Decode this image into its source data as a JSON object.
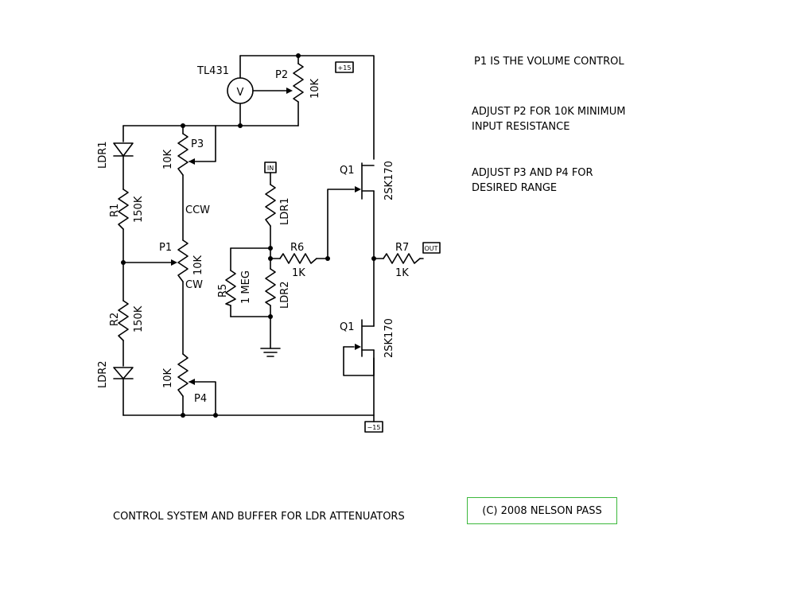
{
  "notes": {
    "volume": "P1 IS THE VOLUME CONTROL",
    "p2_line1": "ADJUST P2 FOR 10K MINIMUM",
    "p2_line2": "INPUT RESISTANCE",
    "p3p4_line1": "ADJUST P3 AND P4 FOR",
    "p3p4_line2": "DESIRED RANGE"
  },
  "caption": "CONTROL SYSTEM AND BUFFER FOR LDR ATTENUATORS",
  "copyright": "(C) 2008 NELSON PASS",
  "labels": {
    "tl431": "TL431",
    "v": "V",
    "p2": "P2",
    "p2_value": "10K",
    "plus15": "+15",
    "minus15": "−15",
    "ldr1_left": "LDR1",
    "p3": "P3",
    "p3_value": "10K",
    "r1": "R1",
    "r1_value": "150K",
    "ccw": "CCW",
    "p1": "P1",
    "p1_value": "10K",
    "cw": "CW",
    "r2": "R2",
    "r2_value": "150K",
    "ldr2_left": "LDR2",
    "p4": "P4",
    "p4_value": "10K",
    "in": "IN",
    "ldr1_series": "LDR1",
    "r6": "R6",
    "r6_value": "1K",
    "r5": "R5",
    "r5_value": "1 MEG",
    "ldr2_shunt": "LDR2",
    "q1_top": "Q1",
    "q1_top_part": "2SK170",
    "q1_bottom": "Q1",
    "q1_bottom_part": "2SK170",
    "r7": "R7",
    "r7_value": "1K",
    "out": "OUT"
  }
}
